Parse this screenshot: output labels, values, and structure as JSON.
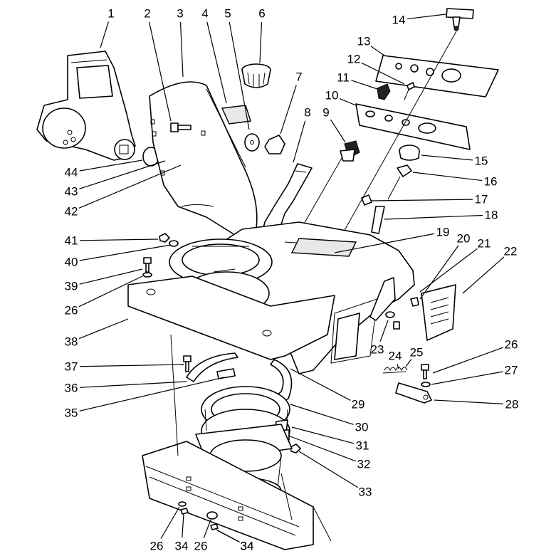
{
  "callouts": [
    {
      "label": "1"
    },
    {
      "label": "2"
    },
    {
      "label": "3"
    },
    {
      "label": "4"
    },
    {
      "label": "5"
    },
    {
      "label": "6"
    },
    {
      "label": "7"
    },
    {
      "label": "8"
    },
    {
      "label": "9"
    },
    {
      "label": "10"
    },
    {
      "label": "11"
    },
    {
      "label": "12"
    },
    {
      "label": "13"
    },
    {
      "label": "14"
    },
    {
      "label": "15"
    },
    {
      "label": "16"
    },
    {
      "label": "17"
    },
    {
      "label": "18"
    },
    {
      "label": "19"
    },
    {
      "label": "20"
    },
    {
      "label": "21"
    },
    {
      "label": "22"
    },
    {
      "label": "23"
    },
    {
      "label": "24"
    },
    {
      "label": "25"
    },
    {
      "label": "26"
    },
    {
      "label": "27"
    },
    {
      "label": "28"
    },
    {
      "label": "29"
    },
    {
      "label": "30"
    },
    {
      "label": "31"
    },
    {
      "label": "32"
    },
    {
      "label": "33"
    },
    {
      "label": "34"
    },
    {
      "label": "35"
    },
    {
      "label": "36"
    },
    {
      "label": "37"
    },
    {
      "label": "38"
    },
    {
      "label": "39"
    },
    {
      "label": "26"
    },
    {
      "label": "40"
    },
    {
      "label": "41"
    },
    {
      "label": "42"
    },
    {
      "label": "43"
    },
    {
      "label": "44"
    },
    {
      "label": "26"
    },
    {
      "label": "34"
    },
    {
      "label": "26"
    },
    {
      "label": "34"
    }
  ]
}
